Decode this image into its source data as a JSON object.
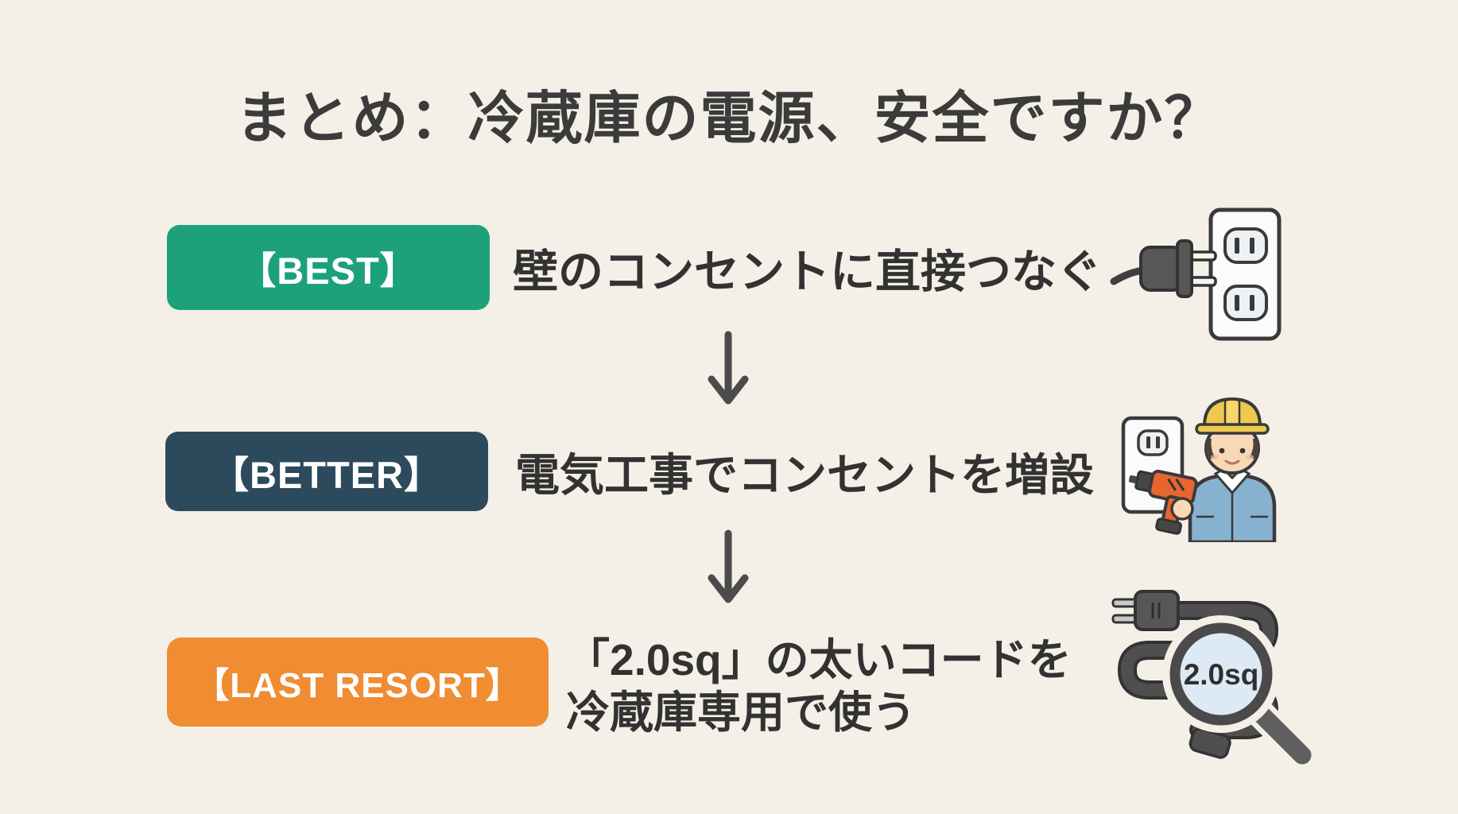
{
  "infographic": {
    "title": "まとめ：冷蔵庫の電源、安全ですか？",
    "colors": {
      "background": "#f4f0e7",
      "title_text": "#3b3b3b",
      "body_text": "#323232",
      "arrow": "#4b4b4b",
      "badge_text": "#ffffff",
      "best_badge": "#1da17b",
      "better_badge": "#2d4a5d",
      "last_resort_badge": "#f08c32",
      "outlet_plate": "#fafbfc",
      "plug_gray": "#4f4f4f",
      "hard_hat_yellow": "#eec84f",
      "work_shirt_blue": "#86b2d0",
      "drill_orange": "#e8652f",
      "skin_tone": "#f9d8b5",
      "magnifier_lens": "#dde9f4"
    },
    "rows": [
      {
        "rank_label": "【BEST】",
        "description": "壁のコンセントに直接つなぐ",
        "icon": "plug-and-wall-outlet-icon"
      },
      {
        "rank_label": "【BETTER】",
        "description": "電気工事でコンセントを増設",
        "icon": "electrician-with-drill-and-outlet-icon"
      },
      {
        "rank_label": "【LAST RESORT】",
        "description_line_1": "「2.0sq」の太いコードを",
        "description_line_2": "冷蔵庫専用で使う",
        "icon": "thick-cord-with-magnifier-icon",
        "magnifier_label": "2.0sq"
      }
    ]
  }
}
